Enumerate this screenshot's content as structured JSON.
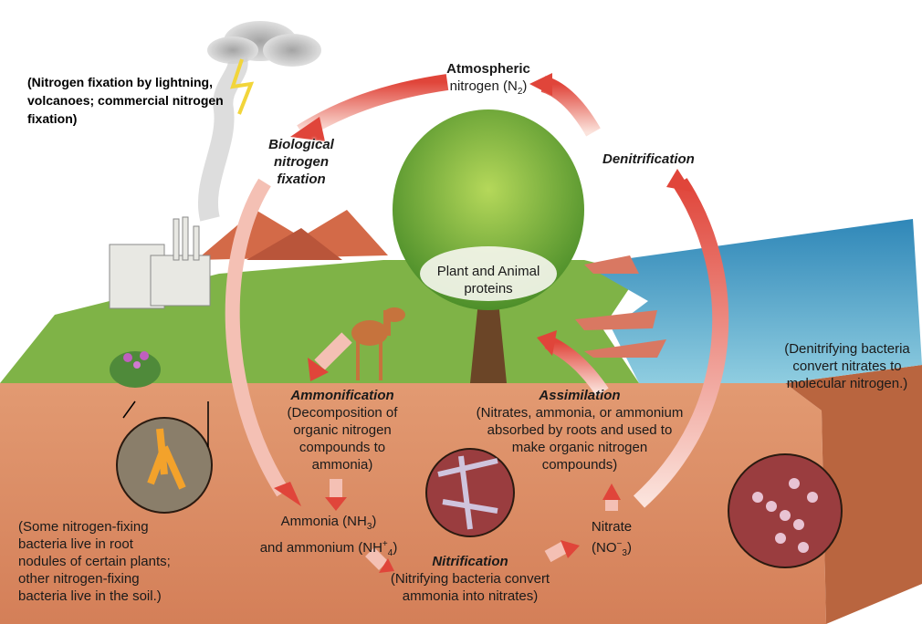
{
  "labels": {
    "lightning_note": "(Nitrogen fixation by lightning, volcanoes; commercial nitrogen fixation)",
    "atmospheric_title": "Atmospheric",
    "atmospheric_sub": "nitrogen (N",
    "atmospheric_sub_index": "2",
    "atmospheric_close": ")",
    "bio_fix_1": "Biological",
    "bio_fix_2": "nitrogen",
    "bio_fix_3": "fixation",
    "denitrification": "Denitrification",
    "plant_animal_1": "Plant and Animal",
    "plant_animal_2": "proteins",
    "denit_bacteria_1": "(Denitrifying bacteria",
    "denit_bacteria_2": "convert nitrates to",
    "denit_bacteria_3": "molecular nitrogen.)",
    "ammonification": "Ammonification",
    "ammonification_desc_1": "(Decomposition of",
    "ammonification_desc_2": "organic nitrogen",
    "ammonification_desc_3": "compounds to",
    "ammonification_desc_4": "ammonia)",
    "assimilation": "Assimilation",
    "assimilation_desc_1": "(Nitrates, ammonia, or ammonium",
    "assimilation_desc_2": "absorbed by roots and used to",
    "assimilation_desc_3": "make organic nitrogen",
    "assimilation_desc_4": "compounds)",
    "ammonia_1": "Ammonia (NH",
    "ammonia_1_sub": "3",
    "ammonia_1_close": ")",
    "ammonium_2": "and ammonium (NH",
    "ammonium_sup": "+",
    "ammonium_sub": "4",
    "ammonium_close": ")",
    "nitrification": "Nitrification",
    "nitrification_desc_1": "(Nitrifying bacteria convert",
    "nitrification_desc_2": "ammonia into nitrates)",
    "nitrate_1": "Nitrate",
    "nitrate_2": "(NO",
    "nitrate_sup": "−",
    "nitrate_sub": "3",
    "nitrate_close": ")",
    "root_nodule_1": "(Some nitrogen-fixing",
    "root_nodule_2": "bacteria live in root",
    "root_nodule_3": "nodules of certain plants;",
    "root_nodule_4": "other nitrogen-fixing",
    "root_nodule_5": "bacteria live in the soil.)"
  },
  "colors": {
    "soil": "#d98a63",
    "soil_dark": "#b8623d",
    "grass": "#7fb347",
    "water": "#4aa3c9",
    "arrow": "#e0564a",
    "sky": "#ffffff"
  }
}
